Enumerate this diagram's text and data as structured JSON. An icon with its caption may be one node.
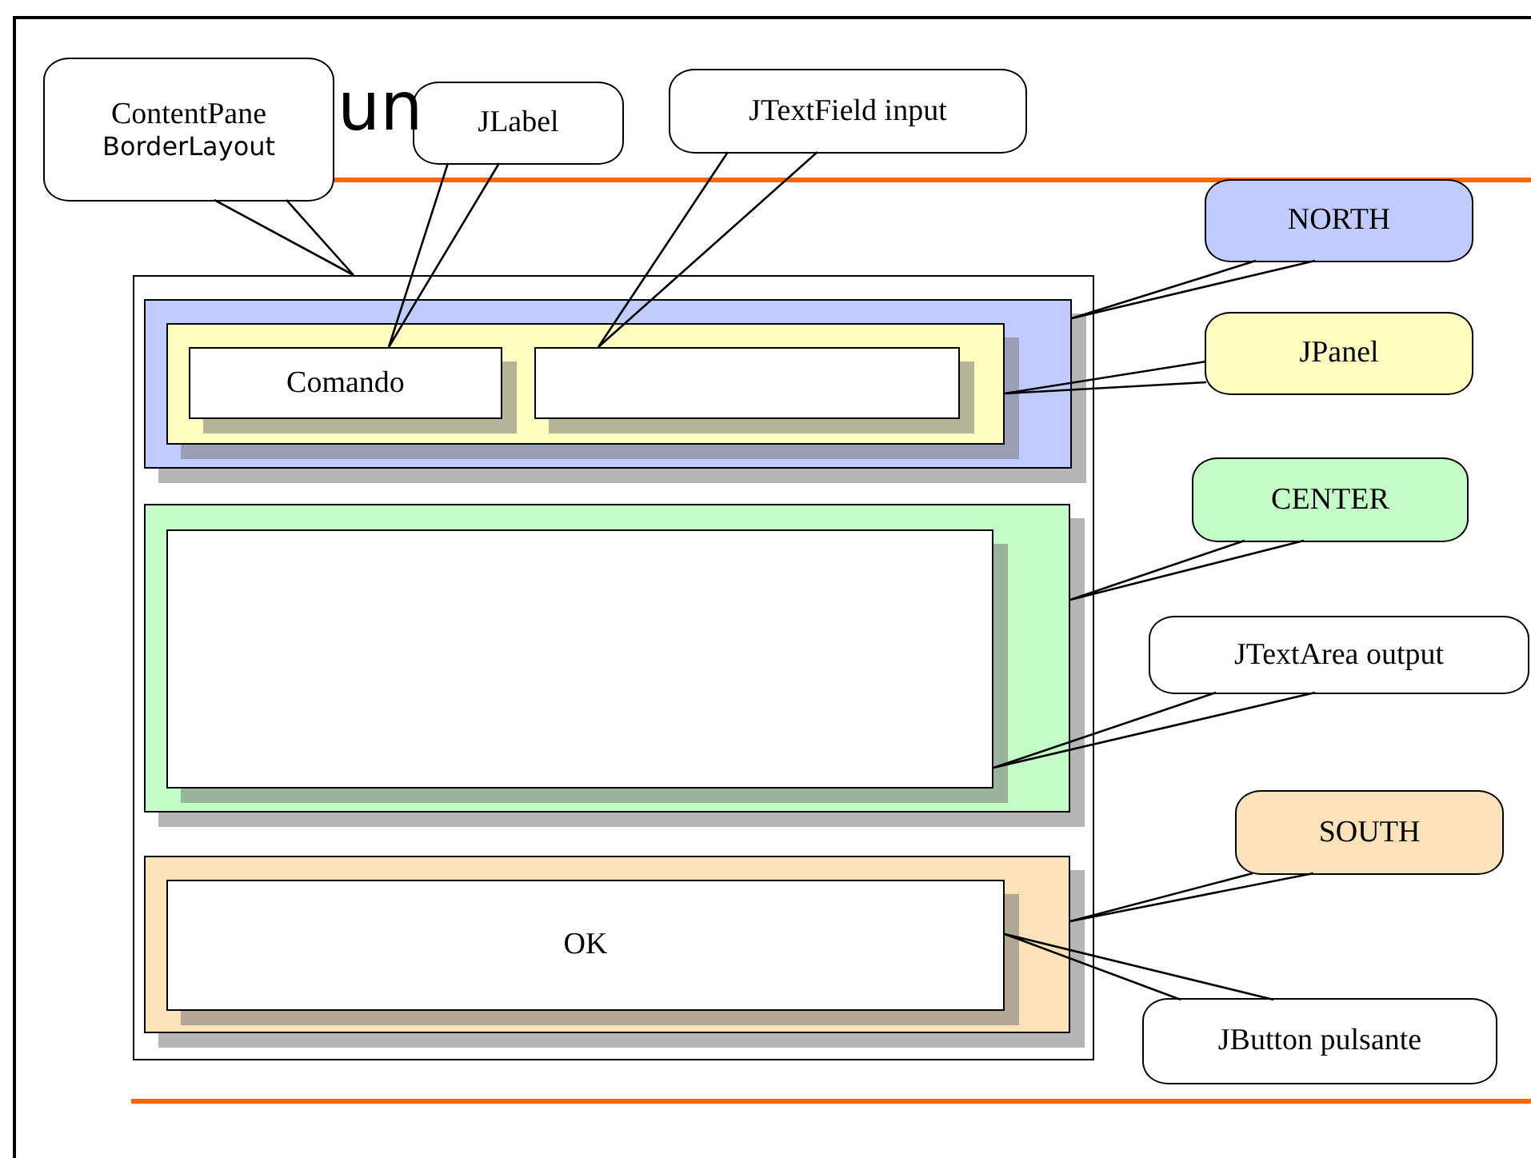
{
  "diagram": {
    "nodes": [
      {
        "text": [],
        "shape": "box"
      },
      {
        "text": [],
        "shape": "box",
        "in": 0
      },
      {
        "text": [],
        "shape": "box",
        "in": 1
      },
      {
        "text": [
          "Comando"
        ],
        "in": 2
      },
      {
        "text": [],
        "shape": "box",
        "in": 2
      },
      {
        "text": [],
        "shape": "box",
        "in": 0
      },
      {
        "text": [],
        "shape": "box",
        "in": 5
      },
      {
        "text": [],
        "shape": "box",
        "in": 0
      },
      {
        "text": [
          "OK"
        ],
        "in": 7
      },
      {
        "text": [
          "ContentPane",
          "BorderLayout"
        ]
      },
      {
        "text": [
          "JLabel"
        ]
      },
      {
        "text": [
          "JTextField input"
        ]
      },
      {
        "text": [
          "NORTH"
        ]
      },
      {
        "text": [
          "JPanel"
        ]
      },
      {
        "text": [
          "CENTER"
        ]
      },
      {
        "text": [
          "JTextArea output"
        ]
      },
      {
        "text": [
          "SOUTH"
        ]
      },
      {
        "text": [
          "JButton pulsante"
        ]
      }
    ],
    "edges": [
      {
        "from": 9,
        "to": 0,
        "arrow": "none"
      },
      {
        "from": 10,
        "to": 3,
        "arrow": "none"
      },
      {
        "from": 11,
        "to": 4,
        "arrow": "none"
      },
      {
        "from": 12,
        "to": 1,
        "arrow": "none"
      },
      {
        "from": 13,
        "to": 2,
        "arrow": "none"
      },
      {
        "from": 14,
        "to": 5,
        "arrow": "none"
      },
      {
        "from": 15,
        "to": 6,
        "arrow": "none"
      },
      {
        "from": 16,
        "to": 7,
        "arrow": "none"
      },
      {
        "from": 17,
        "to": 8,
        "arrow": "none"
      }
    ],
    "labels": [
      "un"
    ]
  }
}
